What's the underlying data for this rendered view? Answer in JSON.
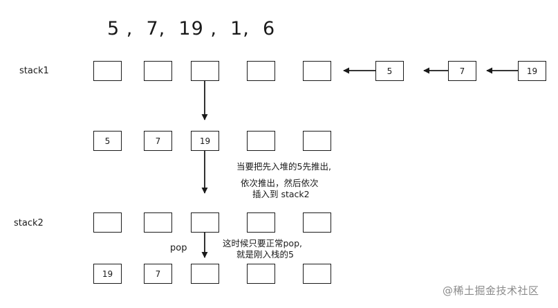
{
  "sequence": "5 ,  7,  19 ,  1,  6",
  "labels": {
    "stack1": "stack1",
    "stack2": "stack2",
    "pop": "pop"
  },
  "input_queue": [
    "5",
    "7",
    "19"
  ],
  "rows": [
    [
      "",
      "",
      "",
      "",
      ""
    ],
    [
      "5",
      "7",
      "19",
      "",
      ""
    ],
    [
      "",
      "",
      "",
      "",
      ""
    ],
    [
      "19",
      "7",
      "",
      "",
      ""
    ]
  ],
  "notes": {
    "push_line1": "当要把先入堆的5先推出,",
    "push_line2": "依次推出，然后依次",
    "push_line3": "插入到 stack2",
    "pop_line1": "这时候只要正常pop,",
    "pop_line2": "就是刚入栈的5"
  },
  "watermark": "@稀土掘金技术社区"
}
